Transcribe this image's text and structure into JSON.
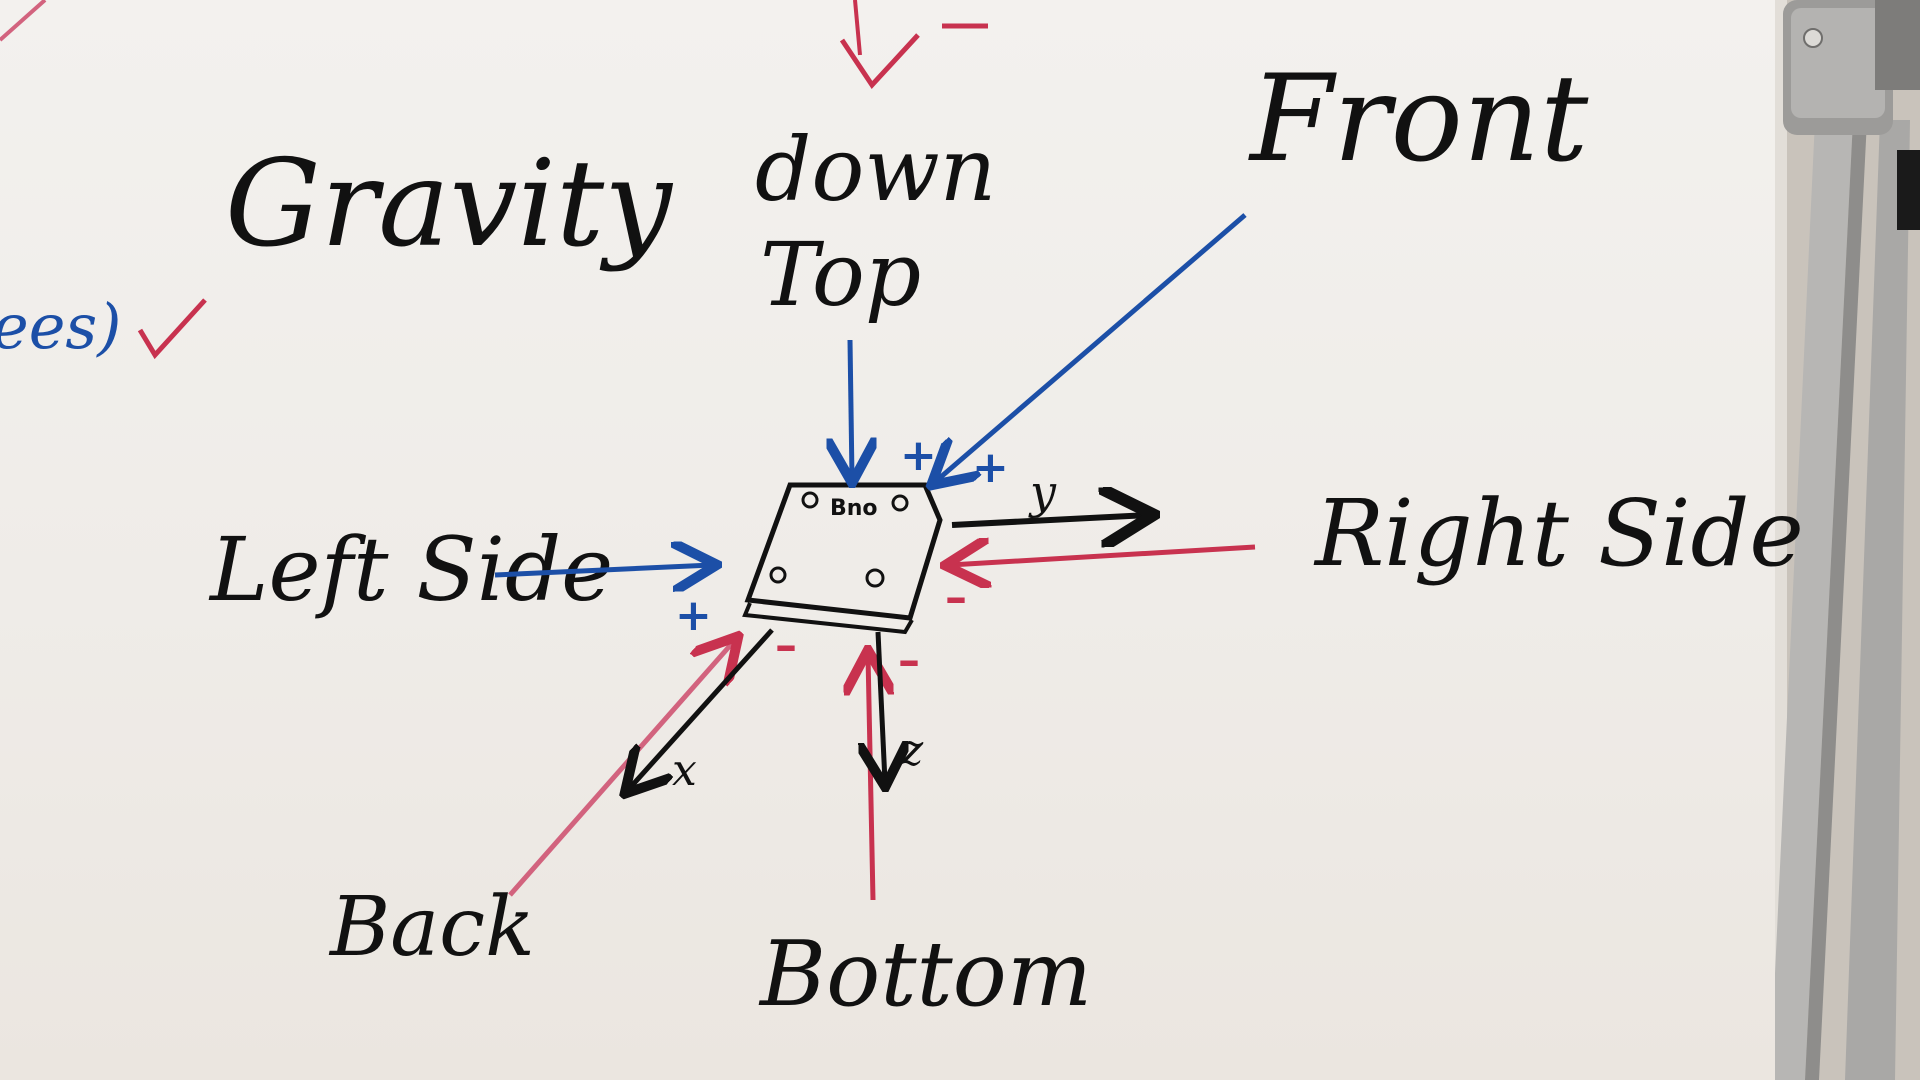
{
  "labels": {
    "gravity": "Gravity",
    "down": "down",
    "top": "Top",
    "front": "Front",
    "left_side": "Left Side",
    "right_side": "Right Side",
    "back": "Back",
    "bottom": "Bottom",
    "partial_left": "ees)",
    "sensor": "Bno"
  },
  "axes": {
    "x": "x",
    "y": "y",
    "z": "z"
  },
  "signs": {
    "plus": "+",
    "minus": "–"
  },
  "colors": {
    "board": "#f1eeea",
    "black_ink": "#111111",
    "blue_ink": "#1c4fa7",
    "red_ink": "#c8324f",
    "stand_metal": "#a9a8a6"
  }
}
